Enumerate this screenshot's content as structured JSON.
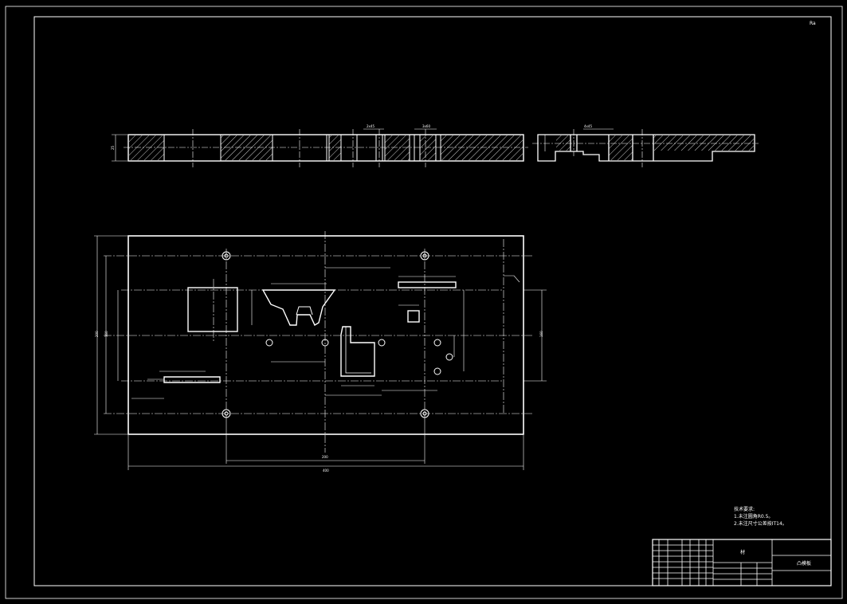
{
  "sheet": {
    "corner_mark": "Ra",
    "tech_req_title": "技术要求:",
    "tech_req_line1": "1.未注圆角R0.5。",
    "tech_req_line2": "2.未注尺寸公差按IT14。",
    "material_text": "材",
    "part_name": "凸模板"
  },
  "dims": {
    "overall_width": "400",
    "hole_spacing": "200",
    "height_outer": "200",
    "height_inner": "160",
    "section_thickness": "25",
    "right_height": "160"
  },
  "colors": {
    "background": "#000000",
    "line": "#ffffff",
    "hatch": "#ffffff"
  }
}
